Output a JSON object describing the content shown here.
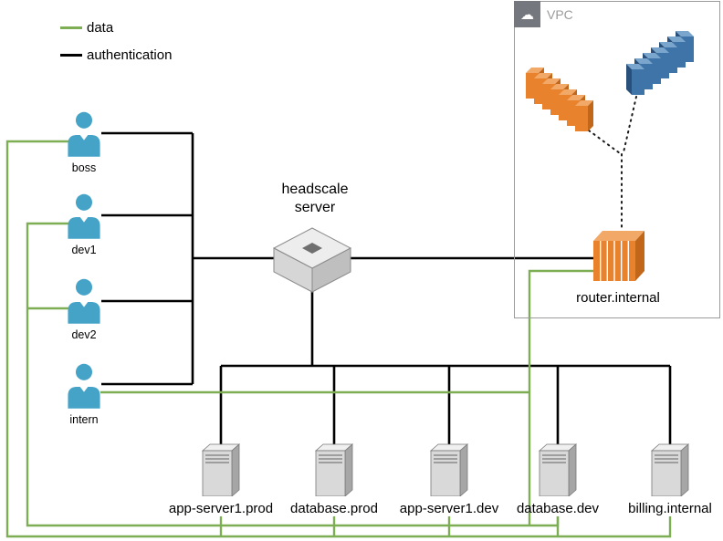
{
  "diagram": {
    "kind": "network-acl-diagram",
    "description": "Users connect through a headscale server to servers and a VPC router; green lines show data flows, black lines show authentication flows."
  },
  "legend": {
    "items": [
      {
        "label": "data",
        "color": "#7EAE54"
      },
      {
        "label": "authentication",
        "color": "#000000"
      }
    ]
  },
  "users": [
    {
      "id": "boss",
      "label": "boss"
    },
    {
      "id": "dev1",
      "label": "dev1"
    },
    {
      "id": "dev2",
      "label": "dev2"
    },
    {
      "id": "intern",
      "label": "intern"
    }
  ],
  "headscale": {
    "label": "headscale server"
  },
  "vpc": {
    "label": "VPC",
    "header_icon": "cloud-icon",
    "router": {
      "label": "router.internal"
    },
    "resources": [
      {
        "id": "orange-instance-stack",
        "color": "#E8822C"
      },
      {
        "id": "blue-instance-stack",
        "color": "#3E74A8"
      }
    ]
  },
  "servers": [
    {
      "label": "app-server1.prod"
    },
    {
      "label": "database.prod"
    },
    {
      "label": "app-server1.dev"
    },
    {
      "label": "database.dev"
    },
    {
      "label": "billing.internal"
    }
  ],
  "connections": {
    "authentication": [
      {
        "from": "boss",
        "to": "headscale server"
      },
      {
        "from": "dev1",
        "to": "headscale server"
      },
      {
        "from": "dev2",
        "to": "headscale server"
      },
      {
        "from": "intern",
        "to": "headscale server"
      },
      {
        "from": "headscale server",
        "to": "router.internal"
      },
      {
        "from": "headscale server",
        "to": "app-server1.prod"
      },
      {
        "from": "headscale server",
        "to": "database.prod"
      },
      {
        "from": "headscale server",
        "to": "app-server1.dev"
      },
      {
        "from": "headscale server",
        "to": "database.dev"
      },
      {
        "from": "headscale server",
        "to": "billing.internal"
      }
    ],
    "data": [
      {
        "from": "boss",
        "to": "app-server1.prod"
      },
      {
        "from": "boss",
        "to": "database.prod"
      },
      {
        "from": "boss",
        "to": "app-server1.dev"
      },
      {
        "from": "boss",
        "to": "database.dev"
      },
      {
        "from": "boss",
        "to": "billing.internal"
      },
      {
        "from": "dev1",
        "to": "app-server1.prod"
      },
      {
        "from": "dev1",
        "to": "database.prod"
      },
      {
        "from": "dev1",
        "to": "app-server1.dev"
      },
      {
        "from": "dev1",
        "to": "database.dev"
      },
      {
        "from": "dev2",
        "to": "app-server1.prod"
      },
      {
        "from": "dev2",
        "to": "database.prod"
      },
      {
        "from": "dev2",
        "to": "app-server1.dev"
      },
      {
        "from": "dev2",
        "to": "database.dev"
      },
      {
        "from": "intern",
        "to": "app-server1.dev"
      },
      {
        "from": "intern",
        "to": "database.dev"
      },
      {
        "from": "intern",
        "to": "router.internal"
      }
    ],
    "vpc_internal": [
      {
        "from": "orange-instance-stack",
        "to": "router.internal",
        "style": "dotted"
      },
      {
        "from": "blue-instance-stack",
        "to": "router.internal",
        "style": "dotted"
      }
    ]
  },
  "colors": {
    "data_line": "#7EAE54",
    "auth_line": "#000000",
    "user_icon": "#45A3C8",
    "vpc_border": "#9b9b9b",
    "orange_resource": "#E8822C",
    "blue_resource": "#3E74A8",
    "server_gray": "#D9D9D9"
  }
}
